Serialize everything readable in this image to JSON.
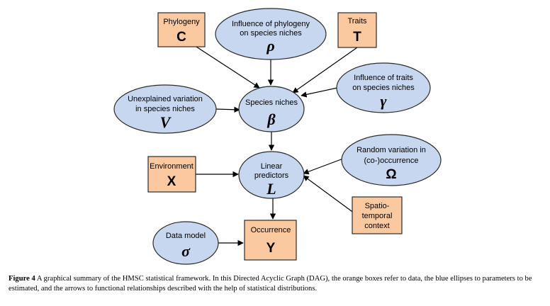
{
  "nodes": {
    "phylogeny": {
      "label": "Phylogeny",
      "symbol": "C"
    },
    "rho": {
      "line1": "Influence of phylogeny",
      "line2": "on species niches",
      "symbol": "ρ"
    },
    "traits": {
      "label": "Traits",
      "symbol": "T"
    },
    "gamma": {
      "line1": "Influence of traits",
      "line2": "on species niches",
      "symbol": "γ"
    },
    "v": {
      "line1": "Unexplained variation",
      "line2": "in species niches",
      "symbol": "V"
    },
    "beta": {
      "label": "Species niches",
      "symbol": "β"
    },
    "omega": {
      "line1": "Random variation in",
      "line2": "(co-)occurrence",
      "symbol": "Ω"
    },
    "environment": {
      "label": "Environment",
      "symbol": "X"
    },
    "linear": {
      "line1": "Linear",
      "line2": "predictors",
      "symbol": "L"
    },
    "spatio": {
      "line1": "Spatio-",
      "line2": "temporal",
      "line3": "context"
    },
    "datamodel": {
      "label": "Data model",
      "symbol": "σ"
    },
    "occurrence": {
      "label": "Occurrence",
      "symbol": "Y"
    }
  },
  "colors": {
    "data_box": "#fbc9a0",
    "parameter_ellipse": "#c7d7ef",
    "outline": "#2b2b2b",
    "arrow": "#000000"
  },
  "caption": {
    "figure_label": "Figure 4",
    "text": "A graphical summary of the HMSC statistical framework. In this Directed Acyclic Graph (DAG), the orange boxes refer to data, the blue ellipses to parameters to be estimated, and the arrows to functional relationships described with the help of statistical distributions."
  }
}
